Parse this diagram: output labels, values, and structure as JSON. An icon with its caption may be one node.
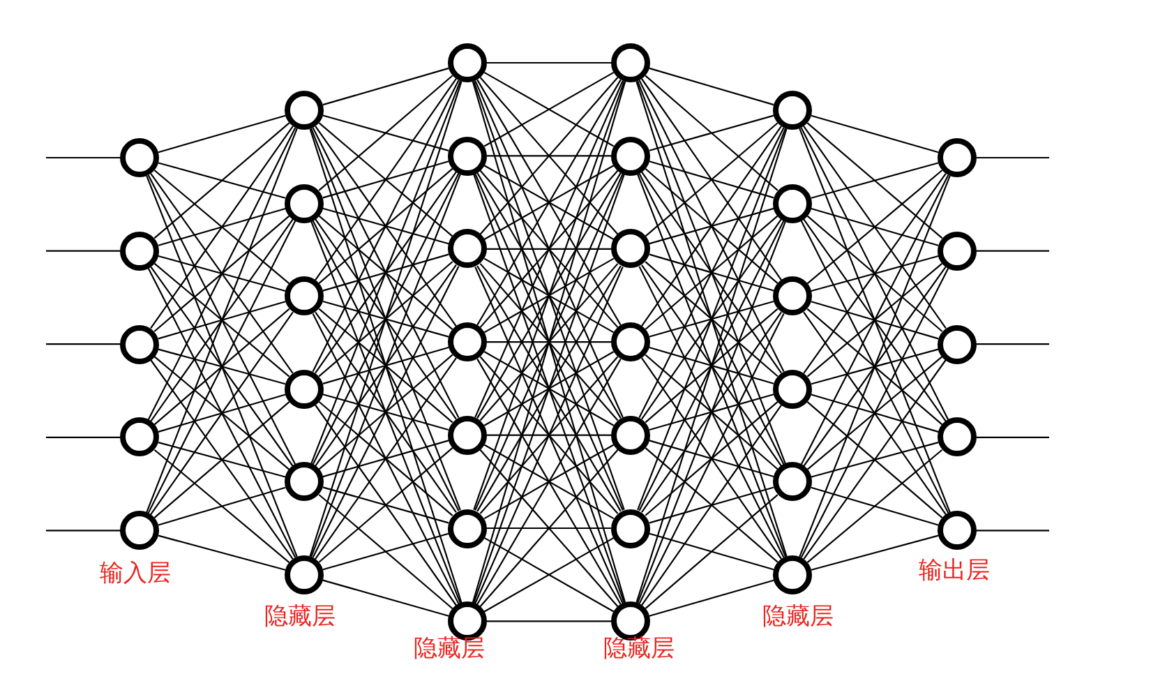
{
  "diagram": {
    "nodes": [
      {
        "text": [],
        "shape": "circle"
      },
      {
        "text": [],
        "shape": "circle"
      },
      {
        "text": [],
        "shape": "circle"
      },
      {
        "text": [],
        "shape": "circle"
      },
      {
        "text": [],
        "shape": "circle"
      },
      {
        "text": [],
        "shape": "circle"
      },
      {
        "text": [],
        "shape": "circle"
      },
      {
        "text": [],
        "shape": "circle"
      },
      {
        "text": [],
        "shape": "circle"
      },
      {
        "text": [],
        "shape": "circle"
      },
      {
        "text": [],
        "shape": "circle"
      },
      {
        "text": [],
        "shape": "circle"
      },
      {
        "text": [],
        "shape": "circle"
      },
      {
        "text": [],
        "shape": "circle"
      },
      {
        "text": [],
        "shape": "circle"
      },
      {
        "text": [],
        "shape": "circle"
      },
      {
        "text": [],
        "shape": "circle"
      },
      {
        "text": [],
        "shape": "circle"
      },
      {
        "text": [],
        "shape": "circle"
      },
      {
        "text": [],
        "shape": "circle"
      },
      {
        "text": [],
        "shape": "circle"
      },
      {
        "text": [],
        "shape": "circle"
      },
      {
        "text": [],
        "shape": "circle"
      },
      {
        "text": [],
        "shape": "circle"
      },
      {
        "text": [],
        "shape": "circle"
      },
      {
        "text": [],
        "shape": "circle"
      },
      {
        "text": [],
        "shape": "circle"
      },
      {
        "text": [],
        "shape": "circle"
      },
      {
        "text": [],
        "shape": "circle"
      },
      {
        "text": [],
        "shape": "circle"
      },
      {
        "text": [],
        "shape": "circle"
      },
      {
        "text": [],
        "shape": "circle"
      },
      {
        "text": [],
        "shape": "circle"
      },
      {
        "text": [],
        "shape": "circle"
      },
      {
        "text": [],
        "shape": "circle"
      },
      {
        "text": [],
        "shape": "circle"
      }
    ],
    "edges": [
      {
        "from": null,
        "to": 0,
        "arrow": "none"
      },
      {
        "from": null,
        "to": 1,
        "arrow": "none"
      },
      {
        "from": null,
        "to": 2,
        "arrow": "none"
      },
      {
        "from": null,
        "to": 3,
        "arrow": "none"
      },
      {
        "from": null,
        "to": 4,
        "arrow": "none"
      },
      {
        "from": 0,
        "to": 5,
        "arrow": "none"
      },
      {
        "from": 0,
        "to": 6,
        "arrow": "none"
      },
      {
        "from": 0,
        "to": 7,
        "arrow": "none"
      },
      {
        "from": 0,
        "to": 8,
        "arrow": "none"
      },
      {
        "from": 0,
        "to": 9,
        "arrow": "none"
      },
      {
        "from": 0,
        "to": 10,
        "arrow": "none"
      },
      {
        "from": 1,
        "to": 5,
        "arrow": "none"
      },
      {
        "from": 1,
        "to": 6,
        "arrow": "none"
      },
      {
        "from": 1,
        "to": 7,
        "arrow": "none"
      },
      {
        "from": 1,
        "to": 8,
        "arrow": "none"
      },
      {
        "from": 1,
        "to": 9,
        "arrow": "none"
      },
      {
        "from": 1,
        "to": 10,
        "arrow": "none"
      },
      {
        "from": 2,
        "to": 5,
        "arrow": "none"
      },
      {
        "from": 2,
        "to": 6,
        "arrow": "none"
      },
      {
        "from": 2,
        "to": 7,
        "arrow": "none"
      },
      {
        "from": 2,
        "to": 8,
        "arrow": "none"
      },
      {
        "from": 2,
        "to": 9,
        "arrow": "none"
      },
      {
        "from": 2,
        "to": 10,
        "arrow": "none"
      },
      {
        "from": 3,
        "to": 5,
        "arrow": "none"
      },
      {
        "from": 3,
        "to": 6,
        "arrow": "none"
      },
      {
        "from": 3,
        "to": 7,
        "arrow": "none"
      },
      {
        "from": 3,
        "to": 8,
        "arrow": "none"
      },
      {
        "from": 3,
        "to": 9,
        "arrow": "none"
      },
      {
        "from": 3,
        "to": 10,
        "arrow": "none"
      },
      {
        "from": 4,
        "to": 5,
        "arrow": "none"
      },
      {
        "from": 4,
        "to": 6,
        "arrow": "none"
      },
      {
        "from": 4,
        "to": 7,
        "arrow": "none"
      },
      {
        "from": 4,
        "to": 8,
        "arrow": "none"
      },
      {
        "from": 4,
        "to": 9,
        "arrow": "none"
      },
      {
        "from": 4,
        "to": 10,
        "arrow": "none"
      },
      {
        "from": 5,
        "to": 11,
        "arrow": "none"
      },
      {
        "from": 5,
        "to": 12,
        "arrow": "none"
      },
      {
        "from": 5,
        "to": 13,
        "arrow": "none"
      },
      {
        "from": 5,
        "to": 14,
        "arrow": "none"
      },
      {
        "from": 5,
        "to": 15,
        "arrow": "none"
      },
      {
        "from": 5,
        "to": 16,
        "arrow": "none"
      },
      {
        "from": 5,
        "to": 17,
        "arrow": "none"
      },
      {
        "from": 6,
        "to": 11,
        "arrow": "none"
      },
      {
        "from": 6,
        "to": 12,
        "arrow": "none"
      },
      {
        "from": 6,
        "to": 13,
        "arrow": "none"
      },
      {
        "from": 6,
        "to": 14,
        "arrow": "none"
      },
      {
        "from": 6,
        "to": 15,
        "arrow": "none"
      },
      {
        "from": 6,
        "to": 16,
        "arrow": "none"
      },
      {
        "from": 6,
        "to": 17,
        "arrow": "none"
      },
      {
        "from": 7,
        "to": 11,
        "arrow": "none"
      },
      {
        "from": 7,
        "to": 12,
        "arrow": "none"
      },
      {
        "from": 7,
        "to": 13,
        "arrow": "none"
      },
      {
        "from": 7,
        "to": 14,
        "arrow": "none"
      },
      {
        "from": 7,
        "to": 15,
        "arrow": "none"
      },
      {
        "from": 7,
        "to": 16,
        "arrow": "none"
      },
      {
        "from": 7,
        "to": 17,
        "arrow": "none"
      },
      {
        "from": 8,
        "to": 11,
        "arrow": "none"
      },
      {
        "from": 8,
        "to": 12,
        "arrow": "none"
      },
      {
        "from": 8,
        "to": 13,
        "arrow": "none"
      },
      {
        "from": 8,
        "to": 14,
        "arrow": "none"
      },
      {
        "from": 8,
        "to": 15,
        "arrow": "none"
      },
      {
        "from": 8,
        "to": 16,
        "arrow": "none"
      },
      {
        "from": 8,
        "to": 17,
        "arrow": "none"
      },
      {
        "from": 9,
        "to": 11,
        "arrow": "none"
      },
      {
        "from": 9,
        "to": 12,
        "arrow": "none"
      },
      {
        "from": 9,
        "to": 13,
        "arrow": "none"
      },
      {
        "from": 9,
        "to": 14,
        "arrow": "none"
      },
      {
        "from": 9,
        "to": 15,
        "arrow": "none"
      },
      {
        "from": 9,
        "to": 16,
        "arrow": "none"
      },
      {
        "from": 9,
        "to": 17,
        "arrow": "none"
      },
      {
        "from": 10,
        "to": 11,
        "arrow": "none"
      },
      {
        "from": 10,
        "to": 12,
        "arrow": "none"
      },
      {
        "from": 10,
        "to": 13,
        "arrow": "none"
      },
      {
        "from": 10,
        "to": 14,
        "arrow": "none"
      },
      {
        "from": 10,
        "to": 15,
        "arrow": "none"
      },
      {
        "from": 10,
        "to": 16,
        "arrow": "none"
      },
      {
        "from": 10,
        "to": 17,
        "arrow": "none"
      },
      {
        "from": 11,
        "to": 18,
        "arrow": "none"
      },
      {
        "from": 11,
        "to": 19,
        "arrow": "none"
      },
      {
        "from": 11,
        "to": 20,
        "arrow": "none"
      },
      {
        "from": 11,
        "to": 21,
        "arrow": "none"
      },
      {
        "from": 11,
        "to": 22,
        "arrow": "none"
      },
      {
        "from": 11,
        "to": 23,
        "arrow": "none"
      },
      {
        "from": 11,
        "to": 24,
        "arrow": "none"
      },
      {
        "from": 12,
        "to": 18,
        "arrow": "none"
      },
      {
        "from": 12,
        "to": 19,
        "arrow": "none"
      },
      {
        "from": 12,
        "to": 20,
        "arrow": "none"
      },
      {
        "from": 12,
        "to": 21,
        "arrow": "none"
      },
      {
        "from": 12,
        "to": 22,
        "arrow": "none"
      },
      {
        "from": 12,
        "to": 23,
        "arrow": "none"
      },
      {
        "from": 12,
        "to": 24,
        "arrow": "none"
      },
      {
        "from": 13,
        "to": 18,
        "arrow": "none"
      },
      {
        "from": 13,
        "to": 19,
        "arrow": "none"
      },
      {
        "from": 13,
        "to": 20,
        "arrow": "none"
      },
      {
        "from": 13,
        "to": 21,
        "arrow": "none"
      },
      {
        "from": 13,
        "to": 22,
        "arrow": "none"
      },
      {
        "from": 13,
        "to": 23,
        "arrow": "none"
      },
      {
        "from": 13,
        "to": 24,
        "arrow": "none"
      },
      {
        "from": 14,
        "to": 18,
        "arrow": "none"
      },
      {
        "from": 14,
        "to": 19,
        "arrow": "none"
      },
      {
        "from": 14,
        "to": 20,
        "arrow": "none"
      },
      {
        "from": 14,
        "to": 21,
        "arrow": "none"
      },
      {
        "from": 14,
        "to": 22,
        "arrow": "none"
      },
      {
        "from": 14,
        "to": 23,
        "arrow": "none"
      },
      {
        "from": 14,
        "to": 24,
        "arrow": "none"
      },
      {
        "from": 15,
        "to": 18,
        "arrow": "none"
      },
      {
        "from": 15,
        "to": 19,
        "arrow": "none"
      },
      {
        "from": 15,
        "to": 20,
        "arrow": "none"
      },
      {
        "from": 15,
        "to": 21,
        "arrow": "none"
      },
      {
        "from": 15,
        "to": 22,
        "arrow": "none"
      },
      {
        "from": 15,
        "to": 23,
        "arrow": "none"
      },
      {
        "from": 15,
        "to": 24,
        "arrow": "none"
      },
      {
        "from": 16,
        "to": 18,
        "arrow": "none"
      },
      {
        "from": 16,
        "to": 19,
        "arrow": "none"
      },
      {
        "from": 16,
        "to": 20,
        "arrow": "none"
      },
      {
        "from": 16,
        "to": 21,
        "arrow": "none"
      },
      {
        "from": 16,
        "to": 22,
        "arrow": "none"
      },
      {
        "from": 16,
        "to": 23,
        "arrow": "none"
      },
      {
        "from": 16,
        "to": 24,
        "arrow": "none"
      },
      {
        "from": 17,
        "to": 18,
        "arrow": "none"
      },
      {
        "from": 17,
        "to": 19,
        "arrow": "none"
      },
      {
        "from": 17,
        "to": 20,
        "arrow": "none"
      },
      {
        "from": 17,
        "to": 21,
        "arrow": "none"
      },
      {
        "from": 17,
        "to": 22,
        "arrow": "none"
      },
      {
        "from": 17,
        "to": 23,
        "arrow": "none"
      },
      {
        "from": 17,
        "to": 24,
        "arrow": "none"
      },
      {
        "from": 18,
        "to": 25,
        "arrow": "none"
      },
      {
        "from": 18,
        "to": 26,
        "arrow": "none"
      },
      {
        "from": 18,
        "to": 27,
        "arrow": "none"
      },
      {
        "from": 18,
        "to": 28,
        "arrow": "none"
      },
      {
        "from": 18,
        "to": 29,
        "arrow": "none"
      },
      {
        "from": 18,
        "to": 30,
        "arrow": "none"
      },
      {
        "from": 19,
        "to": 25,
        "arrow": "none"
      },
      {
        "from": 19,
        "to": 26,
        "arrow": "none"
      },
      {
        "from": 19,
        "to": 27,
        "arrow": "none"
      },
      {
        "from": 19,
        "to": 28,
        "arrow": "none"
      },
      {
        "from": 19,
        "to": 29,
        "arrow": "none"
      },
      {
        "from": 19,
        "to": 30,
        "arrow": "none"
      },
      {
        "from": 20,
        "to": 25,
        "arrow": "none"
      },
      {
        "from": 20,
        "to": 26,
        "arrow": "none"
      },
      {
        "from": 20,
        "to": 27,
        "arrow": "none"
      },
      {
        "from": 20,
        "to": 28,
        "arrow": "none"
      },
      {
        "from": 20,
        "to": 29,
        "arrow": "none"
      },
      {
        "from": 20,
        "to": 30,
        "arrow": "none"
      },
      {
        "from": 21,
        "to": 25,
        "arrow": "none"
      },
      {
        "from": 21,
        "to": 26,
        "arrow": "none"
      },
      {
        "from": 21,
        "to": 27,
        "arrow": "none"
      },
      {
        "from": 21,
        "to": 28,
        "arrow": "none"
      },
      {
        "from": 21,
        "to": 29,
        "arrow": "none"
      },
      {
        "from": 21,
        "to": 30,
        "arrow": "none"
      },
      {
        "from": 22,
        "to": 25,
        "arrow": "none"
      },
      {
        "from": 22,
        "to": 26,
        "arrow": "none"
      },
      {
        "from": 22,
        "to": 27,
        "arrow": "none"
      },
      {
        "from": 22,
        "to": 28,
        "arrow": "none"
      },
      {
        "from": 22,
        "to": 29,
        "arrow": "none"
      },
      {
        "from": 22,
        "to": 30,
        "arrow": "none"
      },
      {
        "from": 23,
        "to": 25,
        "arrow": "none"
      },
      {
        "from": 23,
        "to": 26,
        "arrow": "none"
      },
      {
        "from": 23,
        "to": 27,
        "arrow": "none"
      },
      {
        "from": 23,
        "to": 28,
        "arrow": "none"
      },
      {
        "from": 23,
        "to": 29,
        "arrow": "none"
      },
      {
        "from": 23,
        "to": 30,
        "arrow": "none"
      },
      {
        "from": 24,
        "to": 25,
        "arrow": "none"
      },
      {
        "from": 24,
        "to": 26,
        "arrow": "none"
      },
      {
        "from": 24,
        "to": 27,
        "arrow": "none"
      },
      {
        "from": 24,
        "to": 28,
        "arrow": "none"
      },
      {
        "from": 24,
        "to": 29,
        "arrow": "none"
      },
      {
        "from": 24,
        "to": 30,
        "arrow": "none"
      },
      {
        "from": 25,
        "to": 31,
        "arrow": "none"
      },
      {
        "from": 25,
        "to": 32,
        "arrow": "none"
      },
      {
        "from": 25,
        "to": 33,
        "arrow": "none"
      },
      {
        "from": 25,
        "to": 34,
        "arrow": "none"
      },
      {
        "from": 25,
        "to": 35,
        "arrow": "none"
      },
      {
        "from": 26,
        "to": 31,
        "arrow": "none"
      },
      {
        "from": 26,
        "to": 32,
        "arrow": "none"
      },
      {
        "from": 26,
        "to": 33,
        "arrow": "none"
      },
      {
        "from": 26,
        "to": 34,
        "arrow": "none"
      },
      {
        "from": 26,
        "to": 35,
        "arrow": "none"
      },
      {
        "from": 27,
        "to": 31,
        "arrow": "none"
      },
      {
        "from": 27,
        "to": 32,
        "arrow": "none"
      },
      {
        "from": 27,
        "to": 33,
        "arrow": "none"
      },
      {
        "from": 27,
        "to": 34,
        "arrow": "none"
      },
      {
        "from": 27,
        "to": 35,
        "arrow": "none"
      },
      {
        "from": 28,
        "to": 31,
        "arrow": "none"
      },
      {
        "from": 28,
        "to": 32,
        "arrow": "none"
      },
      {
        "from": 28,
        "to": 33,
        "arrow": "none"
      },
      {
        "from": 28,
        "to": 34,
        "arrow": "none"
      },
      {
        "from": 28,
        "to": 35,
        "arrow": "none"
      },
      {
        "from": 29,
        "to": 31,
        "arrow": "none"
      },
      {
        "from": 29,
        "to": 32,
        "arrow": "none"
      },
      {
        "from": 29,
        "to": 33,
        "arrow": "none"
      },
      {
        "from": 29,
        "to": 34,
        "arrow": "none"
      },
      {
        "from": 29,
        "to": 35,
        "arrow": "none"
      },
      {
        "from": 30,
        "to": 31,
        "arrow": "none"
      },
      {
        "from": 30,
        "to": 32,
        "arrow": "none"
      },
      {
        "from": 30,
        "to": 33,
        "arrow": "none"
      },
      {
        "from": 30,
        "to": 34,
        "arrow": "none"
      },
      {
        "from": 30,
        "to": 35,
        "arrow": "none"
      },
      {
        "from": 31,
        "to": null,
        "arrow": "none"
      },
      {
        "from": 32,
        "to": null,
        "arrow": "none"
      },
      {
        "from": 33,
        "to": null,
        "arrow": "none"
      },
      {
        "from": 34,
        "to": null,
        "arrow": "none"
      },
      {
        "from": 35,
        "to": null,
        "arrow": "none"
      }
    ],
    "labels": [
      "输入层",
      "隐藏层",
      "隐藏层",
      "隐藏层",
      "隐藏层",
      "输出层"
    ]
  }
}
